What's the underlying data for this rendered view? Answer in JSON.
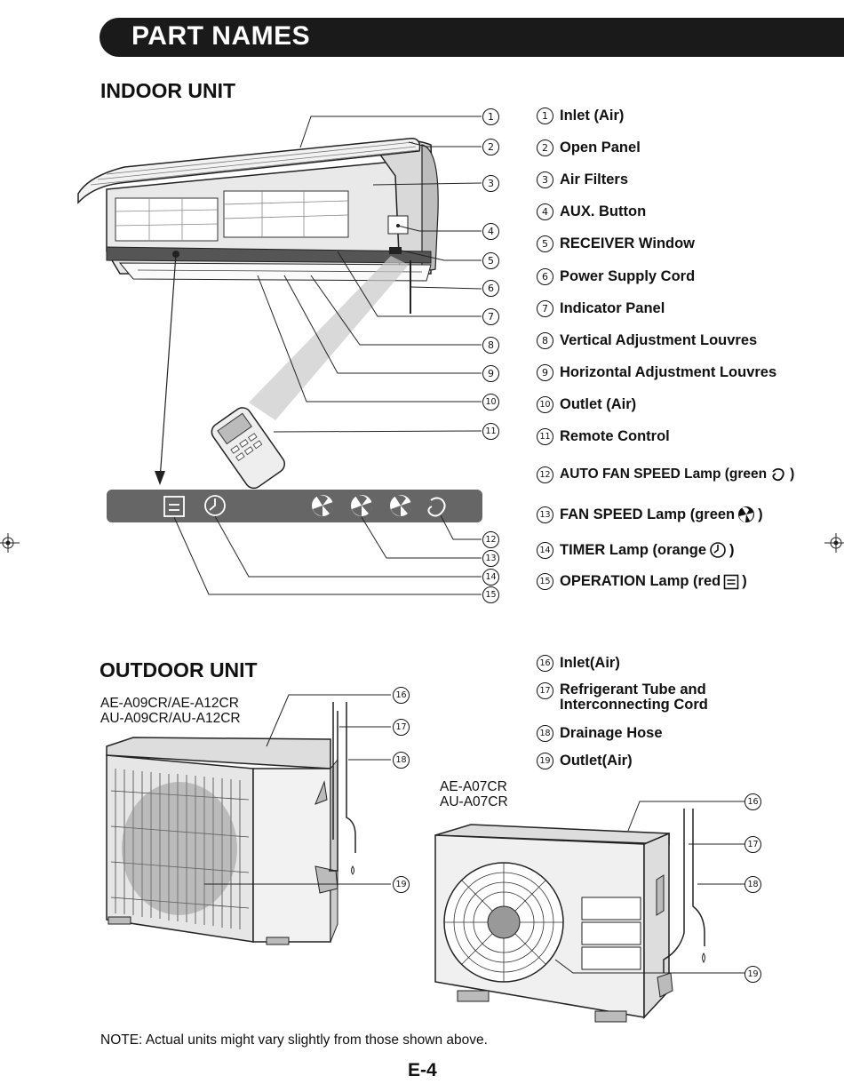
{
  "header": {
    "title": "PART NAMES"
  },
  "indoor": {
    "title": "INDOOR UNIT",
    "parts": [
      {
        "num": "1",
        "label": "Inlet (Air)"
      },
      {
        "num": "2",
        "label": "Open Panel"
      },
      {
        "num": "3",
        "label": "Air Filters"
      },
      {
        "num": "4",
        "label": "AUX. Button"
      },
      {
        "num": "5",
        "label": "RECEIVER Window"
      },
      {
        "num": "6",
        "label": "Power Supply Cord"
      },
      {
        "num": "7",
        "label": "Indicator Panel"
      },
      {
        "num": "8",
        "label": "Vertical Adjustment Louvres"
      },
      {
        "num": "9",
        "label": "Horizontal Adjustment Louvres"
      },
      {
        "num": "10",
        "label": "Outlet (Air)"
      },
      {
        "num": "11",
        "label": "Remote Control"
      },
      {
        "num": "12",
        "label": "AUTO FAN SPEED Lamp (green",
        "tail": ")",
        "icon": "auto-fan-icon"
      },
      {
        "num": "13",
        "label": "FAN SPEED Lamp (green",
        "tail": ")",
        "icon": "fan-icon"
      },
      {
        "num": "14",
        "label": "TIMER Lamp (orange",
        "tail": ")",
        "icon": "timer-icon"
      },
      {
        "num": "15",
        "label": "OPERATION Lamp (red",
        "tail": ")",
        "icon": "operation-icon"
      }
    ]
  },
  "outdoor": {
    "title": "OUTDOOR UNIT",
    "model_group_a": [
      "AE-A09CR/AE-A12CR",
      "AU-A09CR/AU-A12CR"
    ],
    "model_group_b": [
      "AE-A07CR",
      "AU-A07CR"
    ],
    "parts": [
      {
        "num": "16",
        "label": "Inlet(Air)"
      },
      {
        "num": "17",
        "label": "Refrigerant Tube and",
        "label2": "Interconnecting Cord"
      },
      {
        "num": "18",
        "label": "Drainage Hose"
      },
      {
        "num": "19",
        "label": "Outlet(Air)"
      }
    ]
  },
  "note": "NOTE:  Actual units might vary slightly from those shown above.",
  "page_number": "E-4"
}
